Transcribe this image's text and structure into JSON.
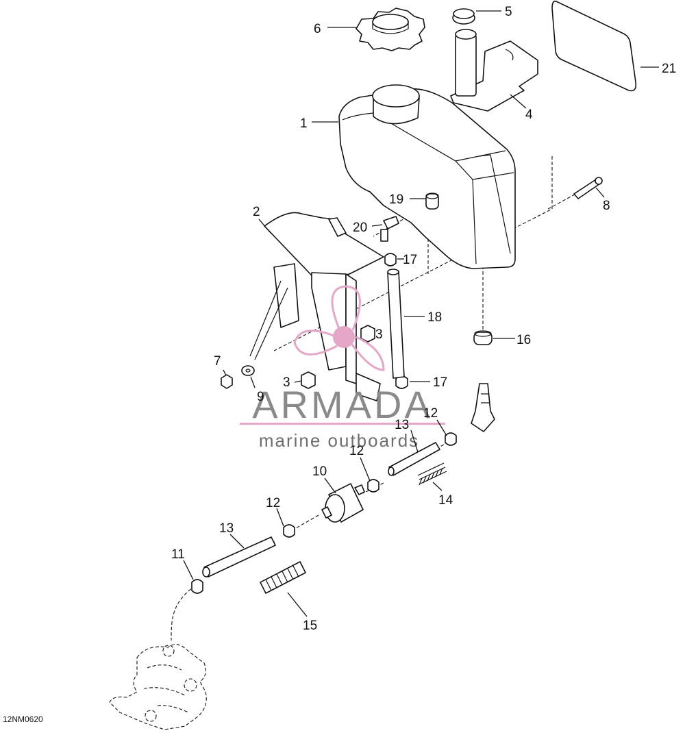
{
  "diagram": {
    "reference_code": "12NM0620",
    "callouts": {
      "c1": "1",
      "c2": "2",
      "c3a": "3",
      "c3b": "3",
      "c4": "4",
      "c5": "5",
      "c6": "6",
      "c7": "7",
      "c8": "8",
      "c9": "9",
      "c10": "10",
      "c11": "11",
      "c12a": "12",
      "c12b": "12",
      "c12c": "12",
      "c13a": "13",
      "c13b": "13",
      "c14": "14",
      "c15": "15",
      "c16": "16",
      "c17a": "17",
      "c17b": "17",
      "c18": "18",
      "c19": "19",
      "c20": "20",
      "c21": "21"
    }
  },
  "watermark": {
    "brand": "ARMADA",
    "tagline": "marine outboards",
    "colors": {
      "text": "#8a8a8a",
      "accent": "#e6a6c8",
      "tagline": "#6e6e6e"
    }
  },
  "colors": {
    "line": "#111111",
    "background": "#ffffff"
  }
}
